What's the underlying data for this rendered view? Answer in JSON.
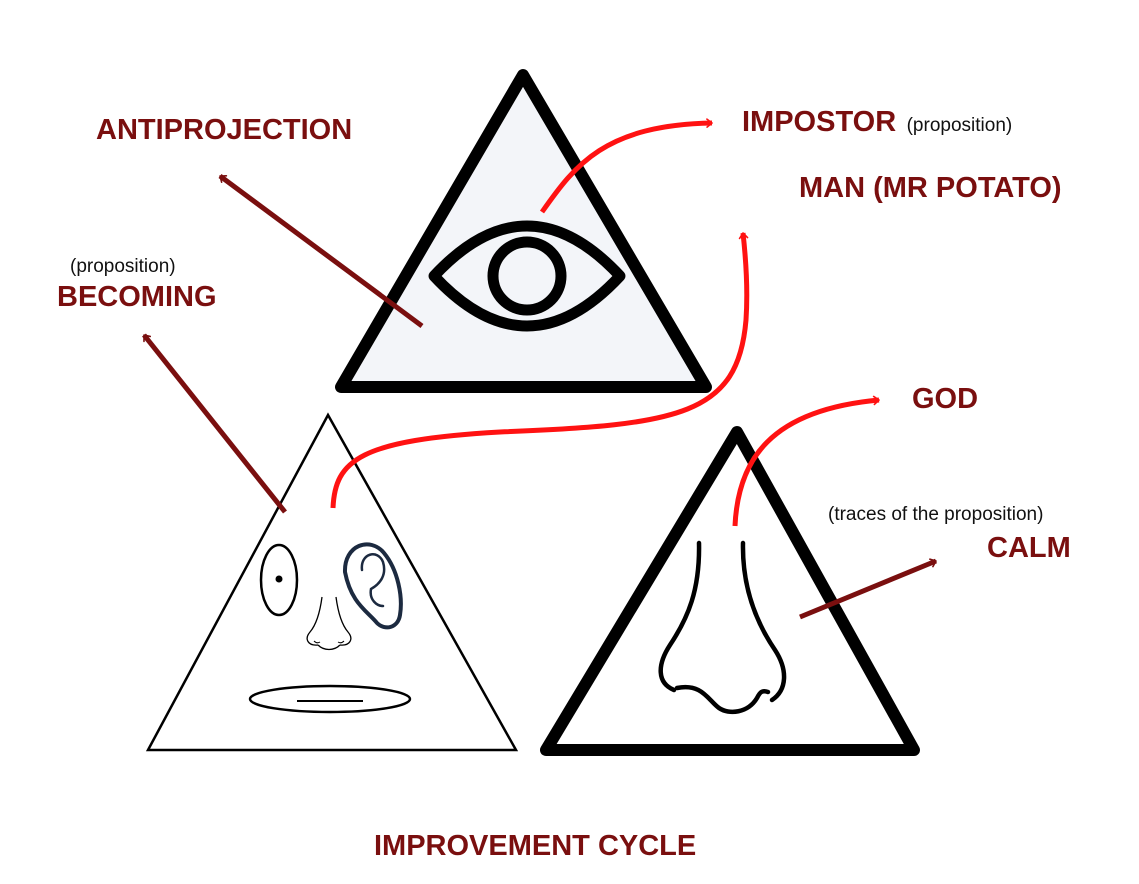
{
  "title": "IMPROVEMENT CYCLE",
  "colors": {
    "dark_red": "#7a0f0f",
    "bright_red": "#ff1212",
    "outline": "#000000",
    "eye_triangle_fill": "#f3f5f9"
  },
  "triangles": [
    {
      "id": "eye",
      "icon": "eye-icon"
    },
    {
      "id": "face",
      "icon": "face-icon"
    },
    {
      "id": "nose",
      "icon": "nose-icon"
    }
  ],
  "labels": {
    "antiprojection": "ANTIPROJECTION",
    "impostor": "IMPOSTOR",
    "impostor_note": "(proposition)",
    "man": "MAN (MR POTATO)",
    "becoming_note": "(proposition)",
    "becoming": "BECOMING",
    "god": "GOD",
    "calm_note": "(traces of the proposition)",
    "calm": "CALM"
  },
  "arrows": [
    {
      "from": "eye",
      "to": "ANTIPROJECTION",
      "color": "dark_red"
    },
    {
      "from": "eye",
      "to": "IMPOSTOR",
      "color": "bright_red"
    },
    {
      "from": "face",
      "to": "BECOMING",
      "color": "dark_red"
    },
    {
      "from": "face",
      "to": "MAN (MR POTATO)",
      "color": "bright_red"
    },
    {
      "from": "nose",
      "to": "GOD",
      "color": "bright_red"
    },
    {
      "from": "nose",
      "to": "CALM",
      "color": "dark_red"
    }
  ]
}
